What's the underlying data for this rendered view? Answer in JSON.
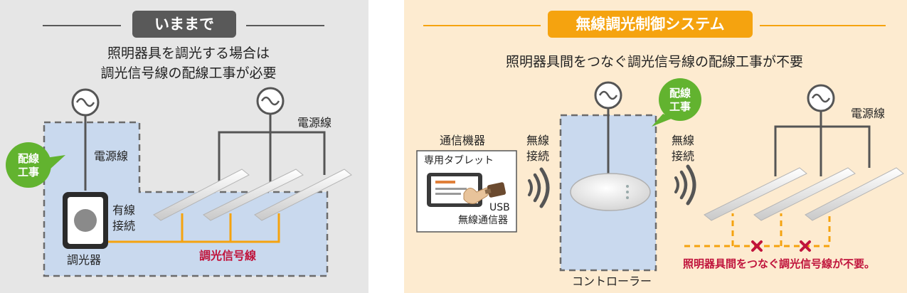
{
  "left": {
    "title": "いままで",
    "description": [
      "照明器具を調光する場合は",
      "調光信号線の配線工事が必要"
    ],
    "badge": [
      "配線",
      "工事"
    ],
    "labels": {
      "power_line_main": "電源線",
      "power_line_dimmer": "電源線",
      "wired": [
        "有線",
        "接続"
      ],
      "dimmer": "調光器",
      "dimming_signal_line": "調光信号線"
    }
  },
  "right": {
    "title": "無線調光制御システム",
    "description": "照明器具間をつなぐ調光信号線の配線工事が不要",
    "badge": [
      "配線",
      "工事"
    ],
    "labels": {
      "comm_device": "通信機器",
      "tablet": "専用タブレット",
      "usb": [
        "USB",
        "無線通信器"
      ],
      "wireless_left": [
        "無線",
        "接続"
      ],
      "wireless_right": [
        "無線",
        "接続"
      ],
      "controller": "コントローラー",
      "power_line": "電源線",
      "no_wiring_note": "照明器具間をつなぐ調光信号線が不要。"
    }
  },
  "colors": {
    "left_bg": "#e6e6e6",
    "right_bg": "#fdebd0",
    "left_title_bg": "#595959",
    "right_title_bg": "#f5a30f",
    "badge_green": "#62b32f",
    "signal_line": "#f5a30f",
    "accent_red": "#c0143c",
    "zone_blue": "#c9d9ee"
  },
  "icons": [
    "ac-power-source-icon",
    "dimmer-device-icon",
    "tablet-icon",
    "usb-wireless-adapter-icon",
    "wireless-signal-icon",
    "controller-ceiling-unit-icon",
    "led-fixture-icon",
    "cross-mark-icon"
  ]
}
